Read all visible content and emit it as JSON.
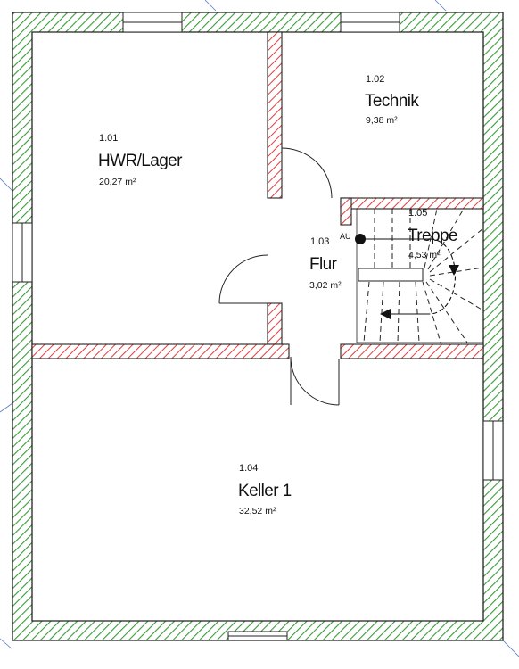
{
  "rooms": [
    {
      "number": "1.01",
      "name": "HWR/Lager",
      "area": "20,27 m²"
    },
    {
      "number": "1.02",
      "name": "Technik",
      "area": "9,38 m²"
    },
    {
      "number": "1.03",
      "name": "Flur",
      "area": "3,02 m²"
    },
    {
      "number": "1.04",
      "name": "Keller 1",
      "area": "32,52 m²"
    },
    {
      "number": "1.05",
      "name": "Treppe",
      "area": "4,53 m²"
    }
  ],
  "stair_marker": "AU",
  "colors": {
    "exterior_wall_hatch": "#3a9a3a",
    "interior_wall_hatch": "#e23c3c",
    "outline": "#222222",
    "window_fill": "#ffffff"
  }
}
